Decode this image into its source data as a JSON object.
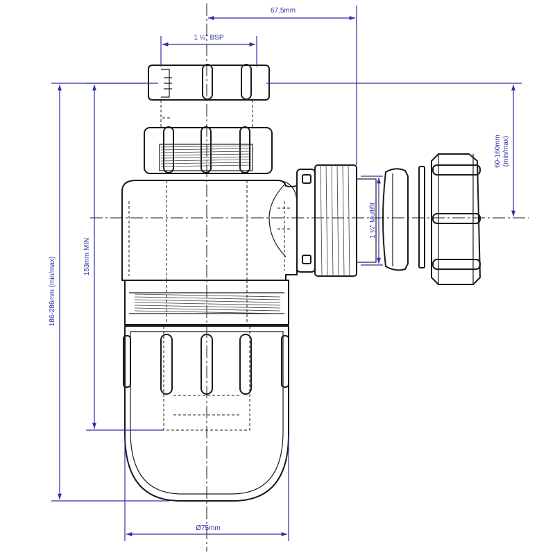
{
  "dimensions": {
    "top_offset": "67.5mm",
    "inlet_thread": "1 ¼\" BSP",
    "outlet_height": "60-160mm\n(min/max)",
    "outlet_height_line1": "60-160mm",
    "outlet_height_line2": "(min/max)",
    "outlet_size": "1 ¼\" Multifit",
    "overall_height": "186-286mm (min/max)",
    "min_height": "153mm MIN",
    "bottle_diameter": "Ø75mm"
  },
  "colors": {
    "dimension": "#2f2fa8",
    "outline": "#1a1a1a"
  }
}
